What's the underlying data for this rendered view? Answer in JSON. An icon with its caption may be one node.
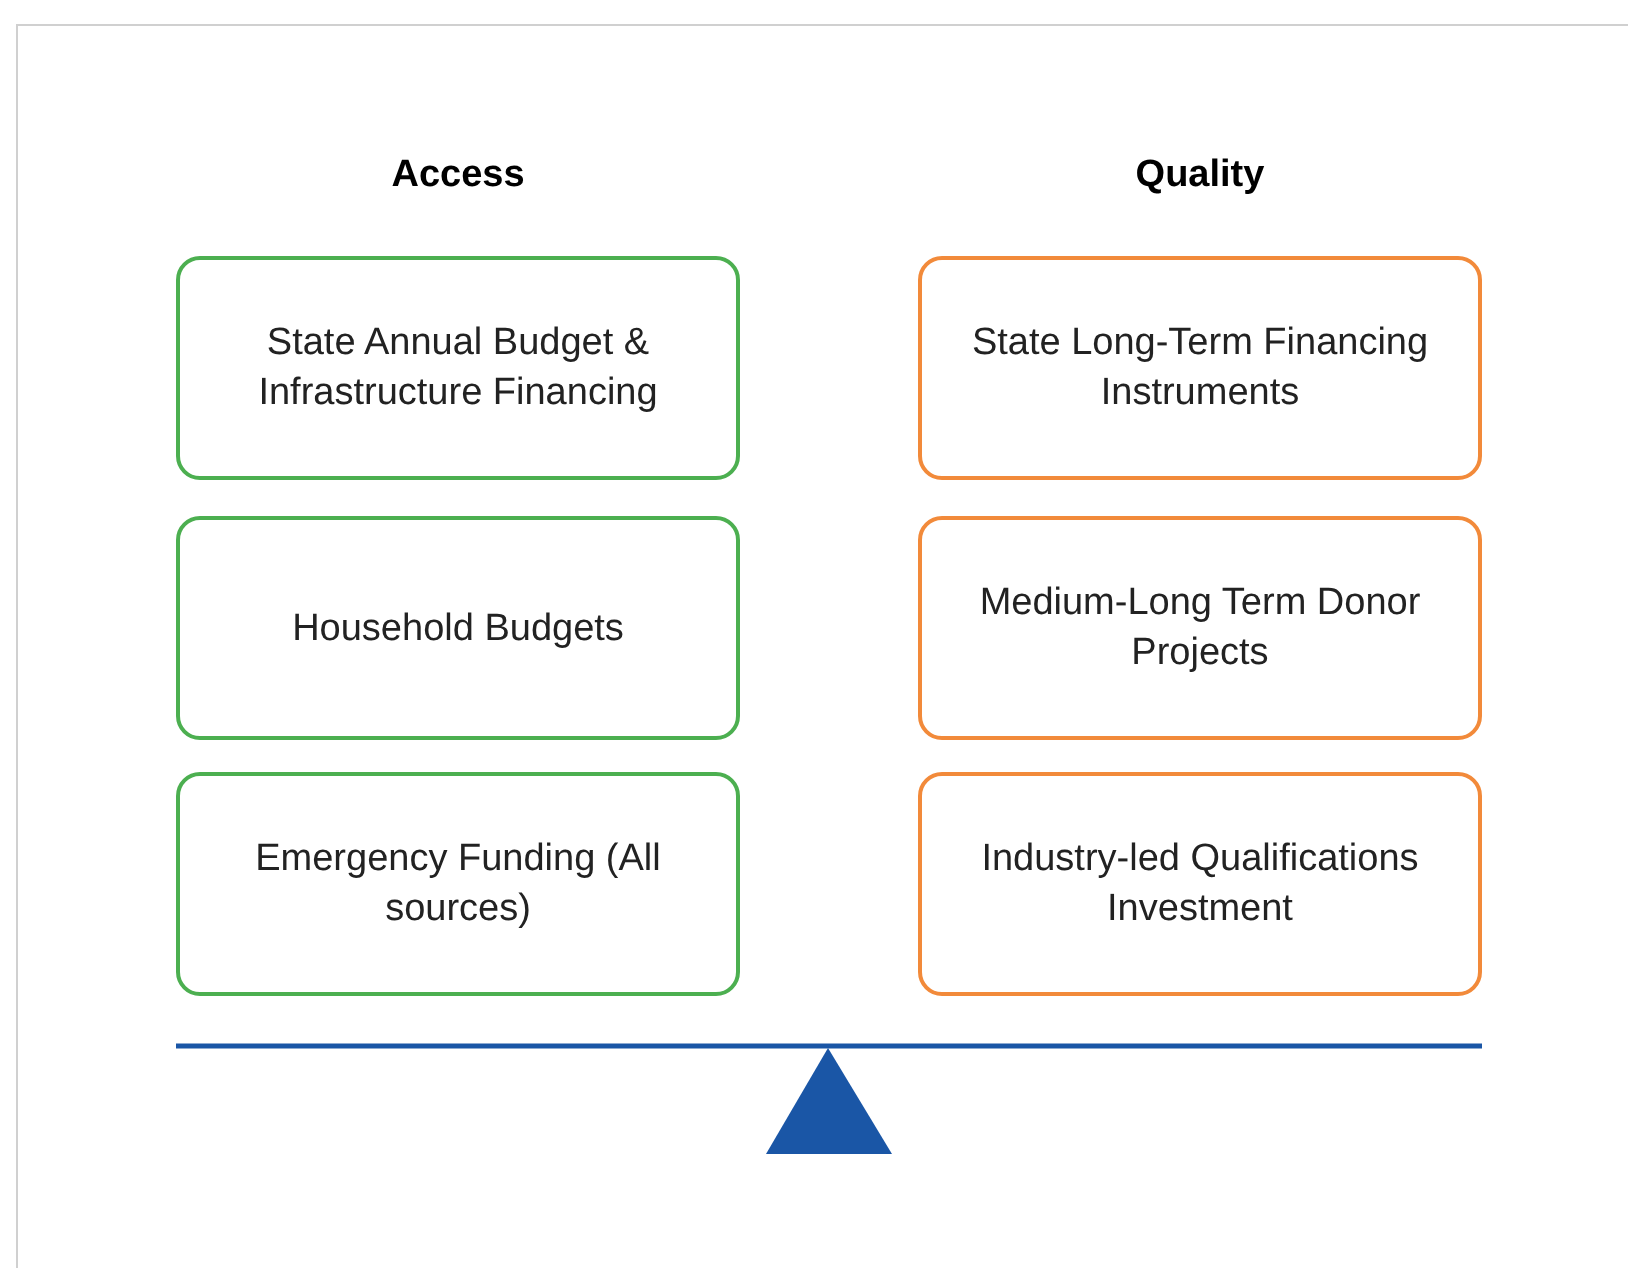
{
  "diagram": {
    "nodes": [
      {
        "text": [
          "State Annual Budget & Infrastructure Financing"
        ]
      },
      {
        "text": [
          "State Long-Term Financing Instruments"
        ]
      },
      {
        "text": [
          "Household Budgets"
        ]
      },
      {
        "text": [
          "Medium-Long Term Donor Projects"
        ]
      },
      {
        "text": [
          "Emergency Funding (All sources)"
        ]
      },
      {
        "text": [
          "Industry-led Qualifications Investment"
        ]
      }
    ],
    "labels": [
      "Access",
      "Quality"
    ]
  }
}
